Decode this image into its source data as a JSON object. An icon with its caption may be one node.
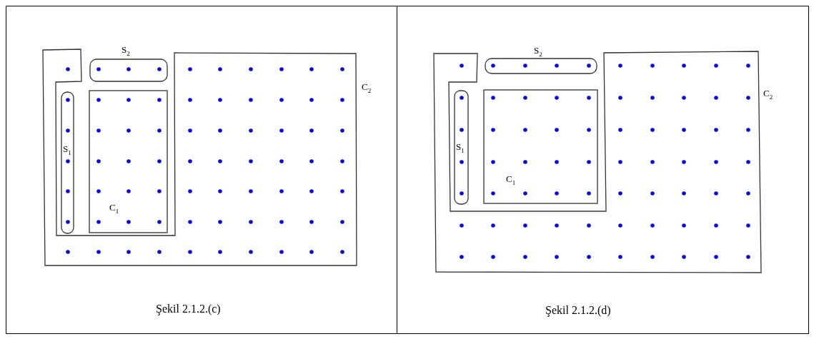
{
  "diagram": {
    "nodes": [
      {
        "text": [
          "C$_{2}$"
        ]
      },
      {
        "text": [
          "S$_{2}$"
        ]
      },
      {
        "text": [
          "S$_{1}$"
        ]
      },
      {
        "text": [
          "C$_{1}$"
        ]
      },
      {
        "text": [
          "C$_{2}$"
        ]
      },
      {
        "text": [
          "S$_{2}$"
        ]
      },
      {
        "text": [
          "S$_{1}$"
        ]
      },
      {
        "text": [
          "C$_{1}$"
        ]
      }
    ],
    "labels": [
      "Şekil 2.1.2.(c)",
      "Şekil 2.1.2.(d)"
    ]
  }
}
